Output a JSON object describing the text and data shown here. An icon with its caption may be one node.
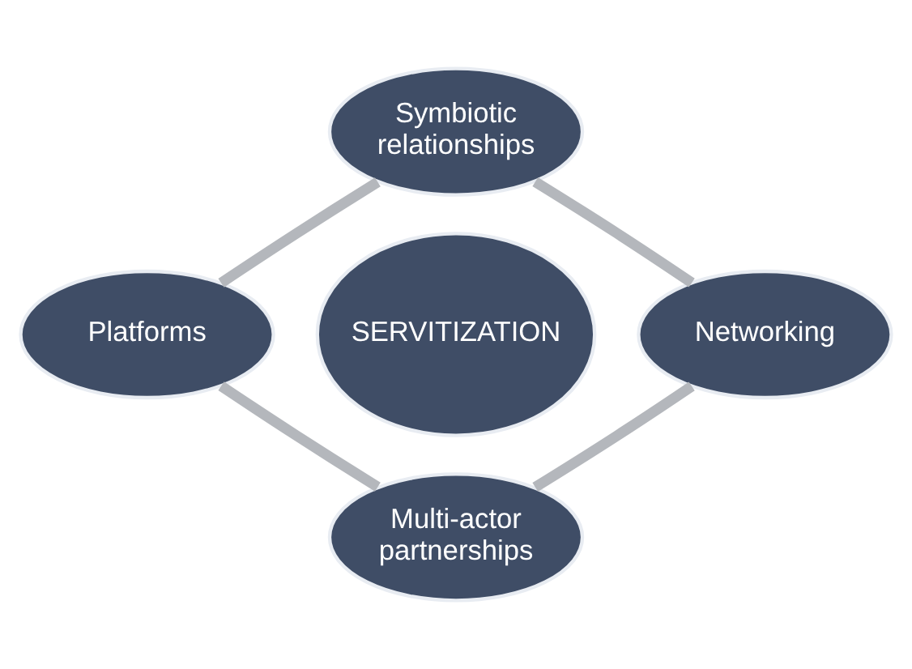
{
  "diagram": {
    "nodes": [
      {
        "text": [
          "Symbiotic relationships"
        ]
      },
      {
        "text": [
          "Platforms"
        ]
      },
      {
        "text": [
          "SERVITIZATION"
        ]
      },
      {
        "text": [
          "Networking"
        ]
      },
      {
        "text": [
          "Multi-actor partnerships"
        ]
      }
    ],
    "edges": [
      {
        "from": 0,
        "to": 3,
        "arrow": "none"
      },
      {
        "from": 3,
        "to": 4,
        "arrow": "none"
      },
      {
        "from": 4,
        "to": 1,
        "arrow": "none"
      },
      {
        "from": 1,
        "to": 0,
        "arrow": "none"
      }
    ]
  }
}
